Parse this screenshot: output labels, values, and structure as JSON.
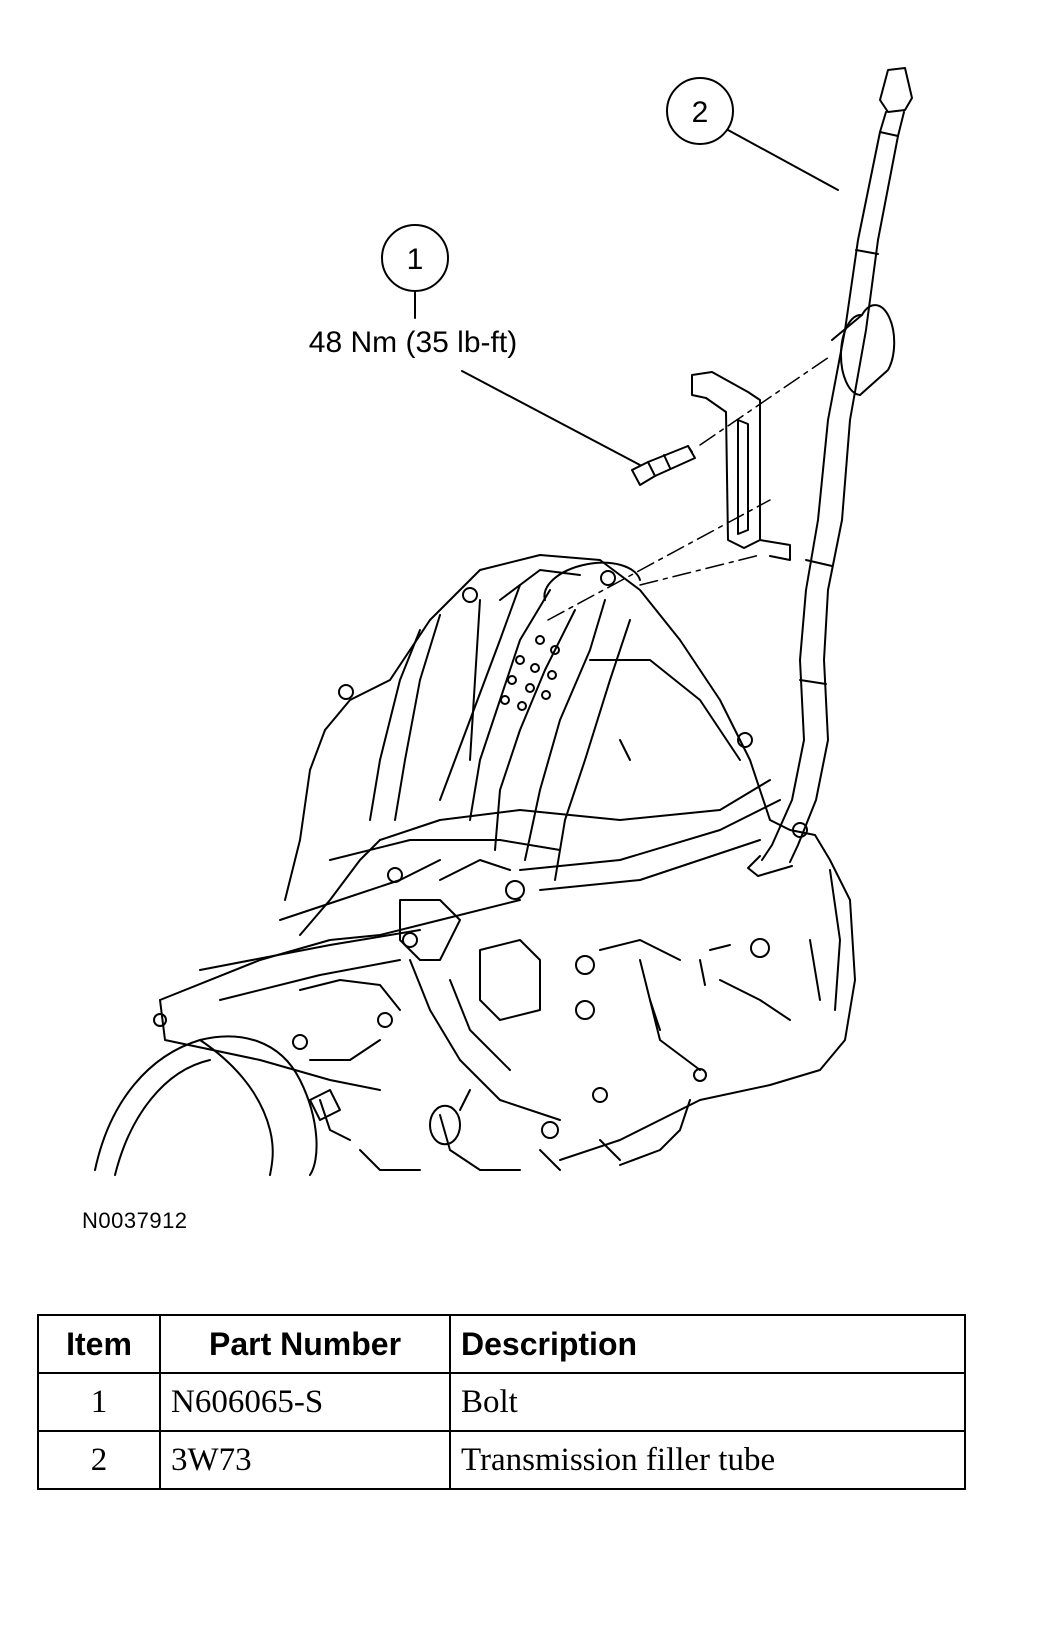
{
  "callouts": [
    {
      "number": "1",
      "torque": "48 Nm (35 lb-ft)"
    },
    {
      "number": "2"
    }
  ],
  "figure_id": "N0037912",
  "table": {
    "headers": [
      "Item",
      "Part Number",
      "Description"
    ],
    "rows": [
      {
        "item": "1",
        "part_number": "N606065-S",
        "description": "Bolt"
      },
      {
        "item": "2",
        "part_number": "3W73",
        "description": "Transmission filler tube"
      }
    ]
  }
}
